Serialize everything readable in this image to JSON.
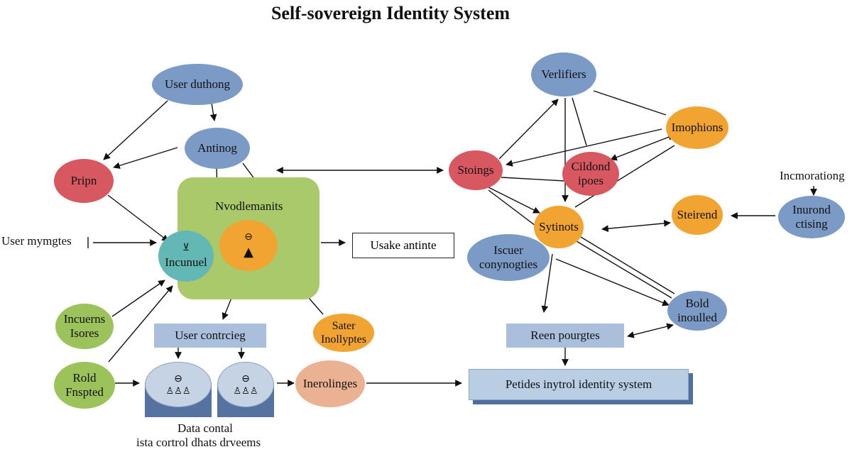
{
  "title": "Self-sovereign Identity System",
  "nodes": {
    "user_duthong": "User duthong",
    "antinog": "Antinog",
    "pripn": "Pripn",
    "nvodlemanits": "Nvodlemanits",
    "incunuel": "Incunuel",
    "user_mymgtes": "User mymgtes",
    "usake_antinte": "Usake antinte",
    "incuerns_isores_line1": "Incuerns",
    "incuerns_isores_line2": "Isores",
    "user_contrcieg": "User contrcieg",
    "sater_inollyptes_line1": "Sater",
    "sater_inollyptes_line2": "Inollyptes",
    "rold_fnspted_line1": "Rold",
    "rold_fnspted_line2": "Fnspted",
    "inerolinges": "Inerolinges",
    "data_contal": "Data contal",
    "ista_control": "ista cortrol dhats drveems",
    "verlifiers": "Verlifiers",
    "imophions": "Imophions",
    "stoings": "Stoings",
    "cildond_ipoes_line1": "Cildond",
    "cildond_ipoes_line2": "ipoes",
    "incmorationg": "Incmorationg",
    "steirend": "Steirend",
    "inurond_ctising_line1": "Inurond",
    "inurond_ctising_line2": "ctising",
    "sytinots": "Sytinots",
    "iscuer_line1": "Iscuer",
    "iscuer_line2": "conynogties",
    "bold_inoulled_line1": "Bold",
    "bold_inoulled_line2": "inoulled",
    "reen_pourgtes": "Reen pourgtes",
    "petides": "Petides inytrol identity system"
  },
  "colors": {
    "blue": "#7b9bc6",
    "red": "#d85862",
    "orange": "#f1a432",
    "green": "#9cc25b",
    "teal": "#63b7b4",
    "peach": "#eab293",
    "greenbox": "#a9c96a",
    "flatbox": "#a9bfdc"
  },
  "icons": [
    "user-icon",
    "clock-icon",
    "group-icon",
    "id-card-icon"
  ]
}
